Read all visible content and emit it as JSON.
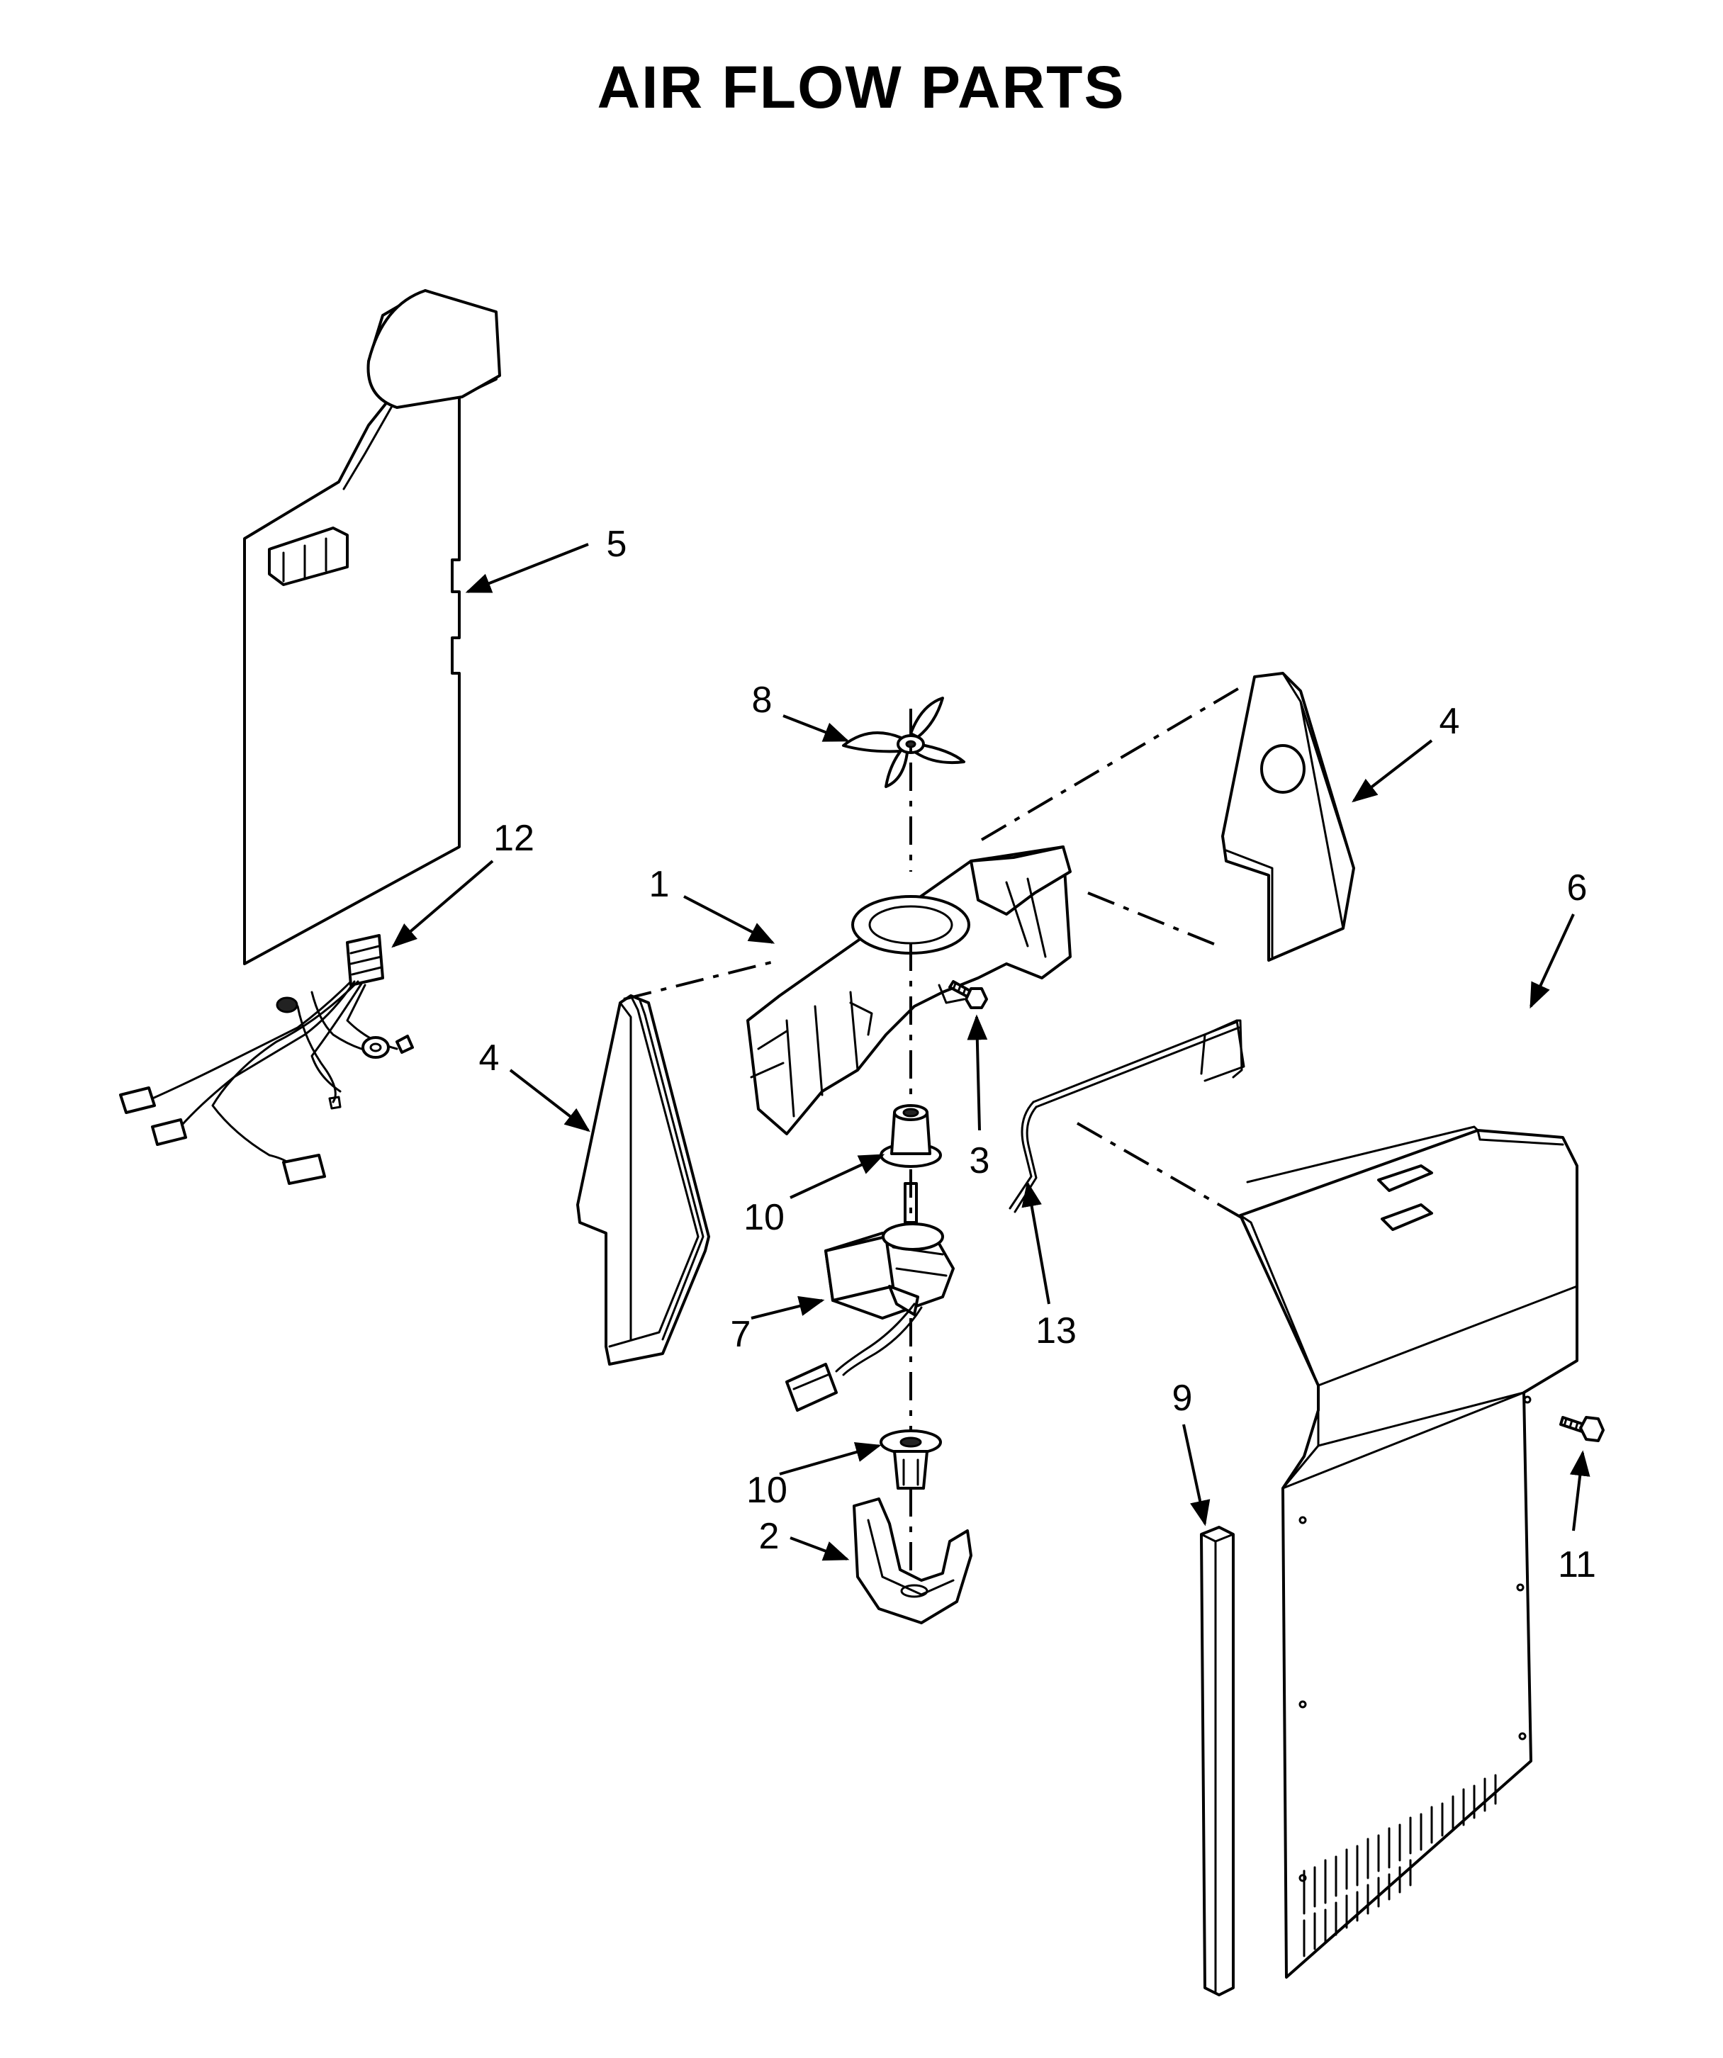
{
  "title": "AIR FLOW PARTS",
  "callouts": {
    "c1": "1",
    "c2": "2",
    "c3": "3",
    "c4a": "4",
    "c4b": "4",
    "c5": "5",
    "c6": "6",
    "c7": "7",
    "c8": "8",
    "c9": "9",
    "c10a": "10",
    "c10b": "10",
    "c11": "11",
    "c12": "12",
    "c13": "13"
  }
}
